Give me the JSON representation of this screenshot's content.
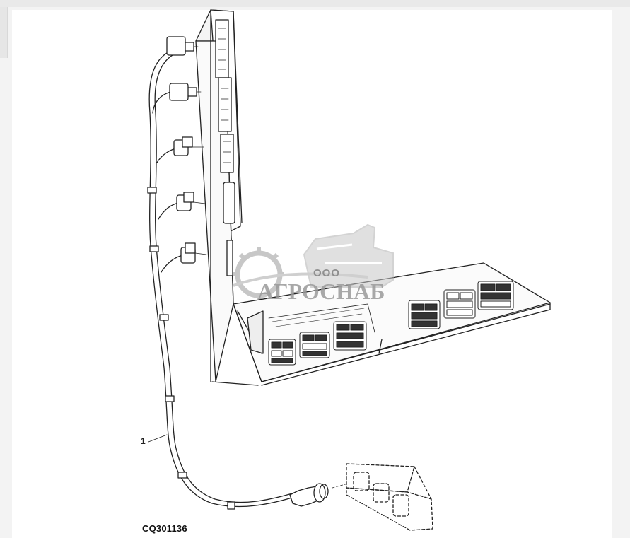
{
  "figure": {
    "code": "CQ301136",
    "callouts": [
      {
        "label": "1",
        "target": "wiring-harness"
      }
    ]
  },
  "watermark": {
    "prefix": "ООО",
    "brand": "АГРОСНАБ"
  },
  "colors": {
    "line": "#222222",
    "watermark": "#9a9a9a",
    "background": "#ffffff"
  }
}
